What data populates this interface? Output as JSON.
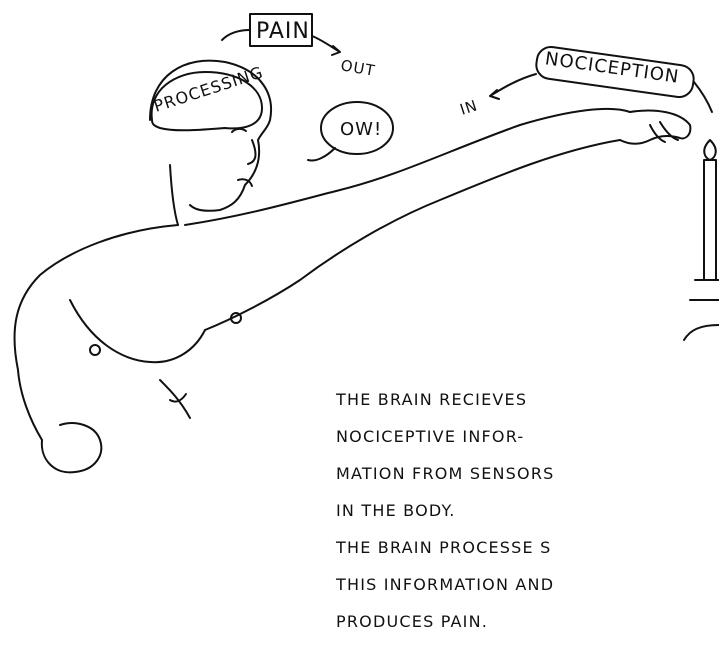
{
  "labels": {
    "pain_box": "PAIN",
    "pain_out": "OUT",
    "processing": "PROCESSING",
    "speech": "OW!",
    "nociception_box": "NOCICEPTION",
    "noci_in": "IN"
  },
  "caption": {
    "lines": [
      "THE BRAIN RECIEVES",
      "NOCICEPTIVE INFOR-",
      "MATION FROM SENSORS",
      "IN THE BODY.",
      "THE BRAIN PROCESSE S",
      "THIS INFORMATION AND",
      "PRODUCES PAIN."
    ]
  }
}
